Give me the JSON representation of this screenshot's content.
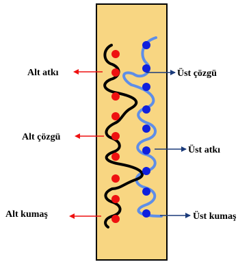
{
  "labels": {
    "alt_atki": "Alt atkı",
    "alt_cozgu": "Alt çözgü",
    "alt_kumas": "Alt kumaş",
    "ust_cozgu": "Üst çözgü",
    "ust_atki": "Üst atkı",
    "ust_kumas": "Üst kumaş"
  },
  "colors": {
    "fabric_background": "#F8D682",
    "fabric_border": "#000000",
    "lower_fabric_dots": "#EE1111",
    "upper_fabric_dots": "#1020DD",
    "lower_warp_yarn": "#000000",
    "upper_warp_yarn": "#5E8EE8",
    "lower_label_arrow": "#EE1111",
    "upper_label_arrow": "#1A3A7A"
  }
}
